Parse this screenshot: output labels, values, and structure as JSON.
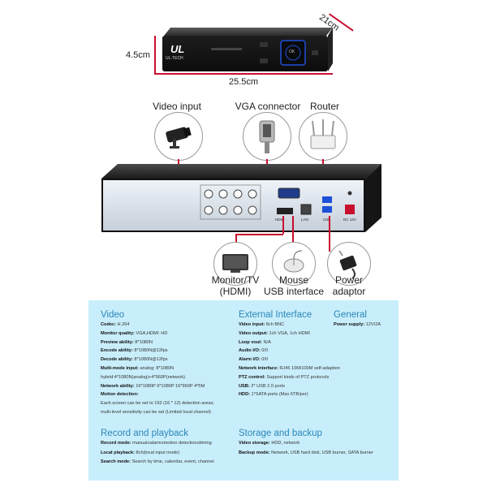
{
  "dimensions": {
    "height": "4.5cm",
    "depth": "21cm",
    "width": "25.5cm"
  },
  "brand": {
    "logo": "UL",
    "name": "UL-TECH"
  },
  "front_panel": {
    "ok_button": "OK"
  },
  "connectors": {
    "video_input": "Video input",
    "vga_connector": "VGA connector",
    "router": "Router",
    "monitor_line1": "Monitor/TV",
    "monitor_line2": "(HDMI)",
    "mouse_line1": "Mouse",
    "mouse_line2": "USB interface",
    "power_line1": "Power",
    "power_line2": "adaptor"
  },
  "back_panel": {
    "hdmi": "HDMI",
    "lan": "LAN",
    "usb": "USB",
    "dc": "DC 12V"
  },
  "specs": {
    "video": {
      "title": "Video",
      "rows": [
        {
          "k": "Codec:",
          "v": "H.264"
        },
        {
          "k": "Monitor quality:",
          "v": "VGA,HDMI: HD"
        },
        {
          "k": "Preview ability:",
          "v": "8*1080N"
        },
        {
          "k": "Encode ability:",
          "v": "8*1080N@12fps"
        },
        {
          "k": "Decode ability:",
          "v": "8*1080N@12fps"
        },
        {
          "k": "Multi-mode input:",
          "v": "analog: 8*1080N"
        },
        {
          "k": "",
          "v": "hybrid:4*1080N(analog)+4*960P(network)"
        },
        {
          "k": "Network ability:",
          "v": "16*1080P  9*1080P  16*960P  4*5M"
        },
        {
          "k": "Motion detection:",
          "v": ""
        },
        {
          "k": "",
          "v": "Each screen can be set to 192 (16 * 12) detection areas;"
        },
        {
          "k": "",
          "v": "multi-level sensitivity can be set (Limited local channel)"
        }
      ]
    },
    "external": {
      "title": "External Interface",
      "rows": [
        {
          "k": "Video input:",
          "v": "8ch BNC"
        },
        {
          "k": "Video output:",
          "v": "1ch VGA, 1ch HDMI"
        },
        {
          "k": "Loop vout:",
          "v": "N/A"
        },
        {
          "k": "Audio I/O:",
          "v": "0/0"
        },
        {
          "k": "Alarm I/O:",
          "v": "0/0"
        },
        {
          "k": "Network interface:",
          "v": "RJ45 10M/100M self-adaption"
        },
        {
          "k": "PTZ control:",
          "v": "Support kinds of PTZ protocols"
        },
        {
          "k": "USB:",
          "v": "2* USB 2.0 ports"
        },
        {
          "k": "HDD:",
          "v": "1*SATA ports (Max 6TB/per)"
        }
      ]
    },
    "general": {
      "title": "General",
      "rows": [
        {
          "k": "Power supply:",
          "v": "12V/2A"
        }
      ]
    },
    "record": {
      "title": "Record and playback",
      "rows": [
        {
          "k": "Record mode:",
          "v": "manual≤alarm≤motion detection≤timing"
        },
        {
          "k": "Local playback:",
          "v": "8ch(local input mode)"
        },
        {
          "k": "Search mode:",
          "v": "Search by time, calendar, event, channel"
        }
      ]
    },
    "storage": {
      "title": "Storage and backup",
      "rows": [
        {
          "k": "Video storage:",
          "v": "HDD, network"
        },
        {
          "k": "Backup mode:",
          "v": "Network, USB hard disk, USB burner, SATA burner"
        }
      ]
    }
  },
  "colors": {
    "accent_red": "#c8102e",
    "panel_blue": "#c9eefb",
    "title_blue": "#2a86b8"
  }
}
